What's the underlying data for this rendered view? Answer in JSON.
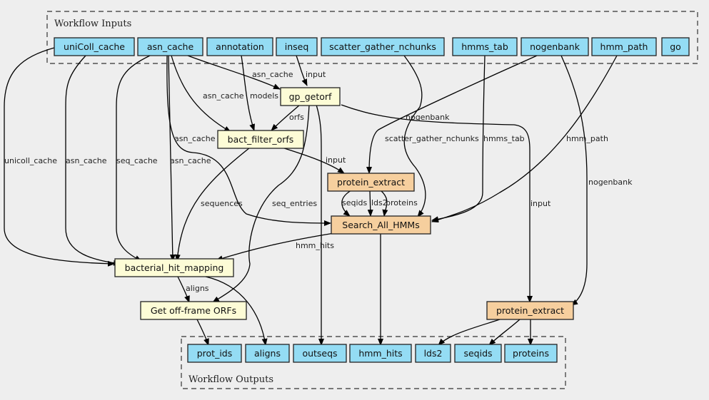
{
  "clusters": {
    "inputs_label": "Workflow Inputs",
    "outputs_label": "Workflow Outputs"
  },
  "inputs": [
    {
      "id": "uniColl_cache",
      "label": "uniColl_cache"
    },
    {
      "id": "asn_cache",
      "label": "asn_cache"
    },
    {
      "id": "annotation",
      "label": "annotation"
    },
    {
      "id": "inseq",
      "label": "inseq"
    },
    {
      "id": "scatter_gather_nchunks",
      "label": "scatter_gather_nchunks"
    },
    {
      "id": "hmms_tab",
      "label": "hmms_tab"
    },
    {
      "id": "nogenbank",
      "label": "nogenbank"
    },
    {
      "id": "hmm_path",
      "label": "hmm_path"
    },
    {
      "id": "go",
      "label": "go"
    }
  ],
  "steps": [
    {
      "id": "gp_getorf",
      "label": "gp_getorf",
      "kind": "step"
    },
    {
      "id": "bact_filter_orfs",
      "label": "bact_filter_orfs",
      "kind": "step"
    },
    {
      "id": "protein_extract_1",
      "label": "protein_extract",
      "kind": "subworkflow"
    },
    {
      "id": "Search_All_HMMs",
      "label": "Search_All_HMMs",
      "kind": "subworkflow"
    },
    {
      "id": "bacterial_hit_mapping",
      "label": "bacterial_hit_mapping",
      "kind": "step"
    },
    {
      "id": "get_off_frame_orfs",
      "label": "Get off-frame ORFs",
      "kind": "step"
    },
    {
      "id": "protein_extract_2",
      "label": "protein_extract",
      "kind": "subworkflow"
    }
  ],
  "outputs": [
    {
      "id": "prot_ids",
      "label": "prot_ids"
    },
    {
      "id": "aligns",
      "label": "aligns"
    },
    {
      "id": "outseqs",
      "label": "outseqs"
    },
    {
      "id": "hmm_hits",
      "label": "hmm_hits"
    },
    {
      "id": "lds2",
      "label": "lds2"
    },
    {
      "id": "seqids",
      "label": "seqids"
    },
    {
      "id": "proteins",
      "label": "proteins"
    }
  ],
  "edges": [
    {
      "from": "uniColl_cache",
      "to": "bacterial_hit_mapping",
      "label": "unicoll_cache"
    },
    {
      "from": "uniColl_cache",
      "to": "bacterial_hit_mapping",
      "label": "asn_cache"
    },
    {
      "from": "asn_cache",
      "to": "bacterial_hit_mapping",
      "label": "seq_cache"
    },
    {
      "from": "asn_cache",
      "to": "bacterial_hit_mapping",
      "label": "asn_cache"
    },
    {
      "from": "asn_cache",
      "to": "gp_getorf",
      "label": "asn_cache"
    },
    {
      "from": "asn_cache",
      "to": "bact_filter_orfs",
      "label": "asn_cache"
    },
    {
      "from": "asn_cache",
      "to": "Search_All_HMMs",
      "label": "asn_cache"
    },
    {
      "from": "annotation",
      "to": "bact_filter_orfs",
      "label": "models"
    },
    {
      "from": "inseq",
      "to": "gp_getorf",
      "label": "input"
    },
    {
      "from": "gp_getorf",
      "to": "bact_filter_orfs",
      "label": "orfs"
    },
    {
      "from": "gp_getorf",
      "to": "get_off_frame_orfs",
      "label": "seq_entries"
    },
    {
      "from": "gp_getorf",
      "to": "outseqs",
      "label": ""
    },
    {
      "from": "gp_getorf",
      "to": "protein_extract_2",
      "label": "input"
    },
    {
      "from": "bact_filter_orfs",
      "to": "protein_extract_1",
      "label": "input"
    },
    {
      "from": "bact_filter_orfs",
      "to": "bacterial_hit_mapping",
      "label": "sequences"
    },
    {
      "from": "nogenbank",
      "to": "protein_extract_1",
      "label": "nogenbank"
    },
    {
      "from": "nogenbank",
      "to": "protein_extract_2",
      "label": "nogenbank"
    },
    {
      "from": "scatter_gather_nchunks",
      "to": "Search_All_HMMs",
      "label": "scatter_gather_nchunks"
    },
    {
      "from": "hmms_tab",
      "to": "Search_All_HMMs",
      "label": "hmms_tab"
    },
    {
      "from": "hmm_path",
      "to": "Search_All_HMMs",
      "label": "hmm_path"
    },
    {
      "from": "protein_extract_1",
      "to": "Search_All_HMMs",
      "label": "seqids"
    },
    {
      "from": "protein_extract_1",
      "to": "Search_All_HMMs",
      "label": "lds2"
    },
    {
      "from": "protein_extract_1",
      "to": "Search_All_HMMs",
      "label": "proteins"
    },
    {
      "from": "Search_All_HMMs",
      "to": "bacterial_hit_mapping",
      "label": "hmm_hits"
    },
    {
      "from": "Search_All_HMMs",
      "to": "hmm_hits",
      "label": ""
    },
    {
      "from": "bacterial_hit_mapping",
      "to": "get_off_frame_orfs",
      "label": "aligns"
    },
    {
      "from": "bacterial_hit_mapping",
      "to": "aligns",
      "label": ""
    },
    {
      "from": "get_off_frame_orfs",
      "to": "prot_ids",
      "label": ""
    },
    {
      "from": "protein_extract_2",
      "to": "lds2",
      "label": ""
    },
    {
      "from": "protein_extract_2",
      "to": "seqids",
      "label": ""
    },
    {
      "from": "protein_extract_2",
      "to": "proteins",
      "label": ""
    }
  ],
  "colors": {
    "io_fill": "#94dcf4",
    "step_fill": "#fdfcd6",
    "subworkflow_fill": "#f6cf9e",
    "background": "#eeeeee"
  }
}
